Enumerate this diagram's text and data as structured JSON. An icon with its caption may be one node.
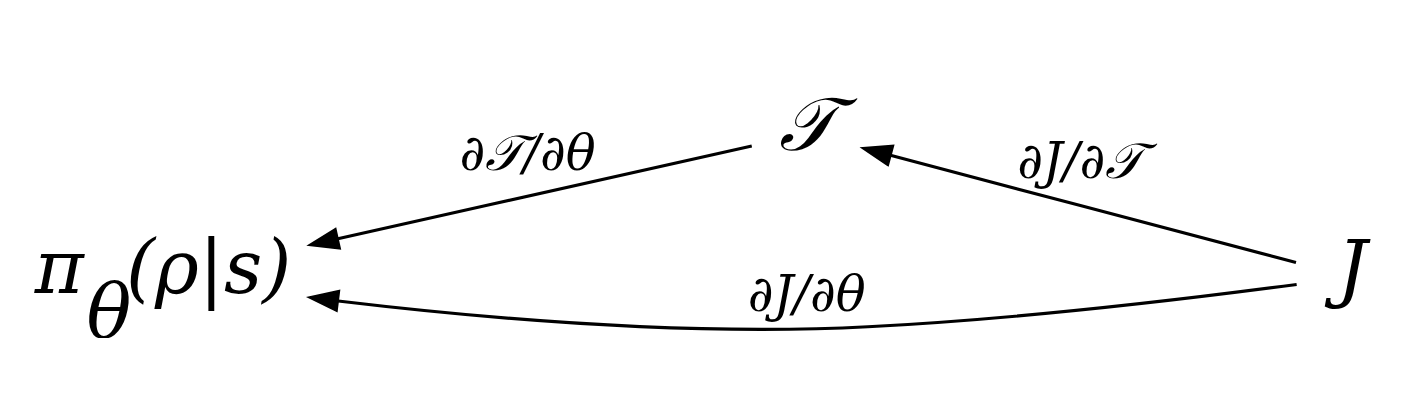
{
  "diagram": {
    "nodes": [
      {
        "text": [
          "𝒯"
        ]
      },
      {
        "text": [
          "π$_{θ}$(ρ|s)"
        ]
      },
      {
        "text": [
          "J"
        ]
      }
    ],
    "edges": [
      {
        "from": 0,
        "to": 1,
        "arrow": "to",
        "label": "∂𝒯/∂θ"
      },
      {
        "from": 2,
        "to": 0,
        "arrow": "to",
        "label": "∂J/∂𝒯"
      },
      {
        "from": 2,
        "to": 1,
        "arrow": "to",
        "label": "∂J/∂θ"
      }
    ]
  }
}
